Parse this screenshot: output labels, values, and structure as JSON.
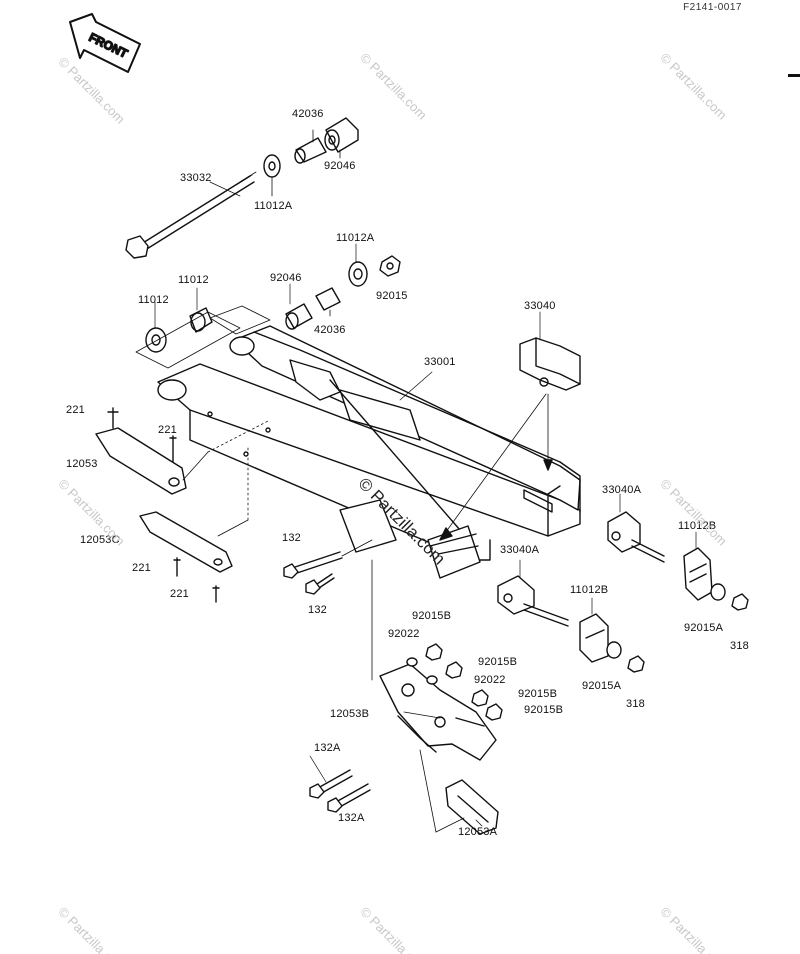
{
  "diagram_code": "F2141-0017",
  "front_arrow": {
    "label": "FRONT"
  },
  "watermark": "© Partzilla.com",
  "parts": {
    "p42036_top": "42036",
    "p92046_top": "92046",
    "p33032": "33032",
    "p11012A_top": "11012A",
    "p11012A_mid": "11012A",
    "p92046_mid": "92046",
    "p92015": "92015",
    "p42036_mid": "42036",
    "p11012_left": "11012",
    "p11012_right": "11012",
    "p33040": "33040",
    "p33001": "33001",
    "p221_a": "221",
    "p221_b": "221",
    "p12053": "12053",
    "p12053C": "12053C",
    "p221_c": "221",
    "p221_d": "221",
    "p132_a": "132",
    "p132_b": "132",
    "p33040A_right": "33040A",
    "p11012B_right": "11012B",
    "p33040A_mid": "33040A",
    "p11012B_mid": "11012B",
    "p92015B_a": "92015B",
    "p92022_a": "92022",
    "p92015B_b": "92015B",
    "p92022_b": "92022",
    "p92015B_c": "92015B",
    "p92015B_d": "92015B",
    "p92015A_right": "92015A",
    "p318_right": "318",
    "p92015A_mid": "92015A",
    "p318_mid": "318",
    "p12053B": "12053B",
    "p132A_a": "132A",
    "p132A_b": "132A",
    "p12053A": "12053A"
  }
}
